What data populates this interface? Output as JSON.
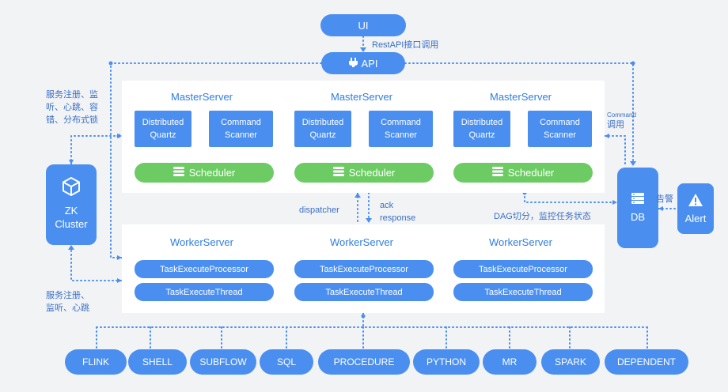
{
  "ui": "UI",
  "restapi": "RestAPI接口调用",
  "api": "API",
  "masters": [
    {
      "title": "MasterServer",
      "quartz": "Distributed\nQuartz",
      "scanner": "Command\nScanner",
      "scheduler": "Scheduler"
    },
    {
      "title": "MasterServer",
      "quartz": "Distributed\nQuartz",
      "scanner": "Command\nScanner",
      "scheduler": "Scheduler"
    },
    {
      "title": "MasterServer",
      "quartz": "Distributed\nQuartz",
      "scanner": "Command\nScanner",
      "scheduler": "Scheduler"
    }
  ],
  "workers": [
    {
      "title": "WorkerServer",
      "processor": "TaskExecuteProcessor",
      "thread": "TaskExecuteThread"
    },
    {
      "title": "WorkerServer",
      "processor": "TaskExecuteProcessor",
      "thread": "TaskExecuteThread"
    },
    {
      "title": "WorkerServer",
      "processor": "TaskExecuteProcessor",
      "thread": "TaskExecuteThread"
    }
  ],
  "zk": {
    "line1": "ZK",
    "line2": "Cluster"
  },
  "db": "DB",
  "alert": "Alert",
  "notes": {
    "zk_top": [
      "服务注册、监",
      "听、心跳、容",
      "错、分布式锁"
    ],
    "zk_bottom": [
      "服务注册、",
      "监听、心跳"
    ],
    "command": "Command",
    "diaoyong": "调用",
    "dispatcher": "dispatcher",
    "ack": [
      "ack",
      "response"
    ],
    "dag": "DAG切分，监控任务状态",
    "gaojing": "告警"
  },
  "task_types": [
    "FLINK",
    "SHELL",
    "SUBFLOW",
    "SQL",
    "PROCEDURE",
    "PYTHON",
    "MR",
    "SPARK",
    "DEPENDENT"
  ],
  "colors": {
    "blue": "#4a8ff0",
    "green": "#6ccc63",
    "title": "#2f7de1",
    "background": "#f2f3f5"
  }
}
